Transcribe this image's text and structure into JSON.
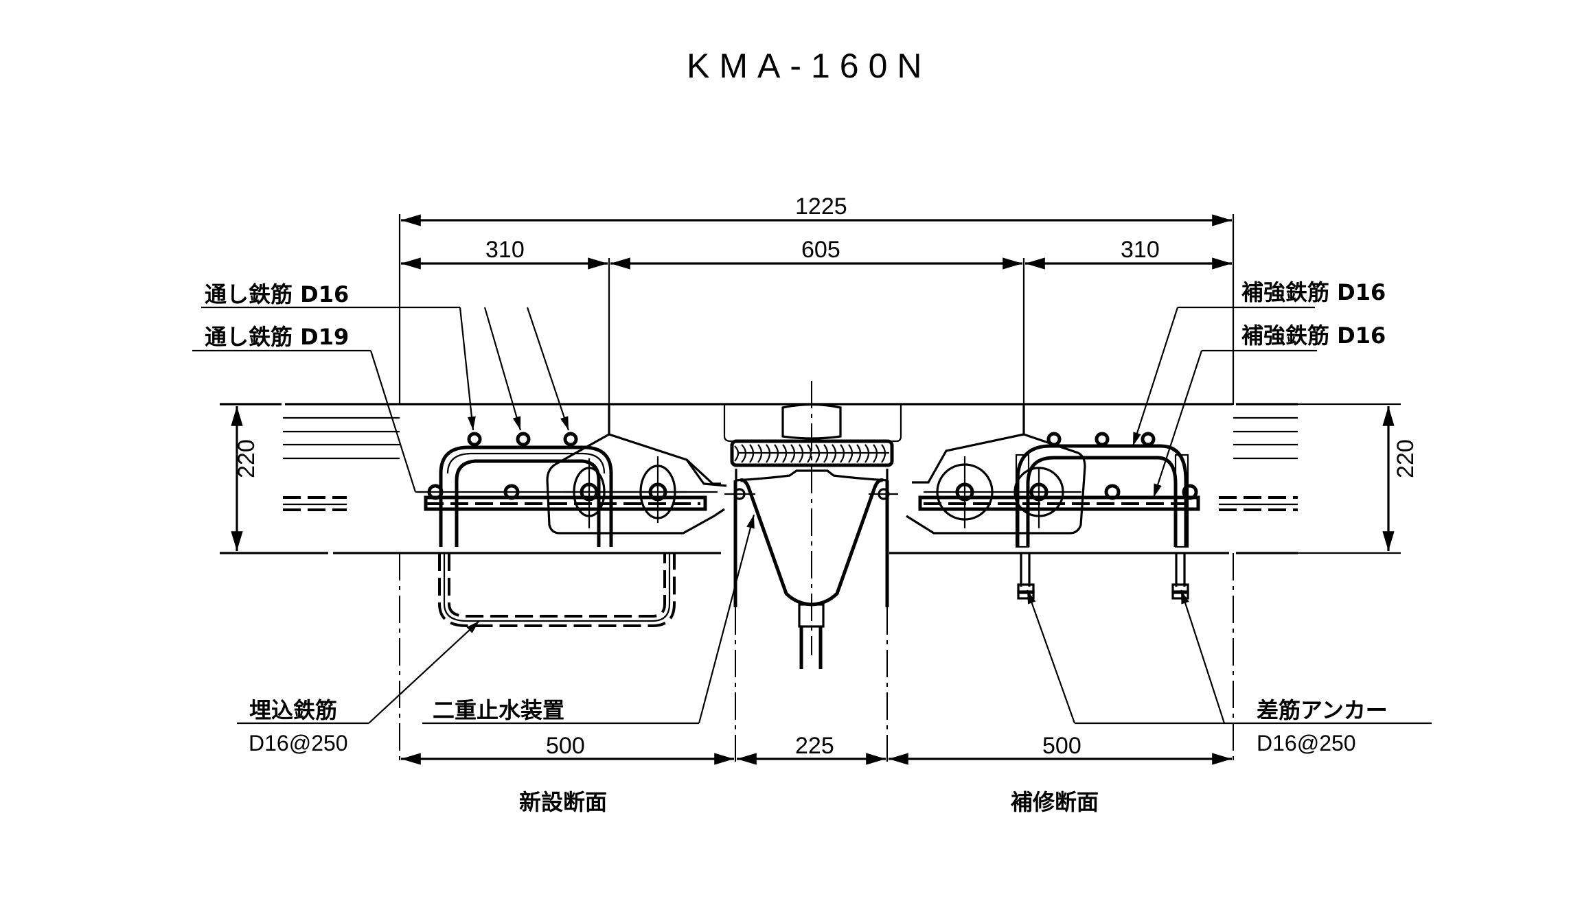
{
  "title": "KMA-160N",
  "dimensions": {
    "overall_width": "1225",
    "left_span": "310",
    "center_span": "605",
    "right_span": "310",
    "left_height": "220",
    "right_height": "220",
    "bottom_left": "500",
    "bottom_center": "225",
    "bottom_right": "500"
  },
  "labels": {
    "through_rebar_d16": "通し鉄筋 D16",
    "through_rebar_d19": "通し鉄筋 D19",
    "reinforcing_rebar_1": "補強鉄筋 D16",
    "reinforcing_rebar_2": "補強鉄筋 D16",
    "embedded_rebar": "埋込鉄筋",
    "embedded_rebar_spec": "D16@250",
    "double_waterstop": "二重止水装置",
    "anchor_rebar": "差筋アンカー",
    "anchor_rebar_spec": "D16@250"
  },
  "section_captions": {
    "new_section": "新設断面",
    "repair_section": "補修断面"
  }
}
